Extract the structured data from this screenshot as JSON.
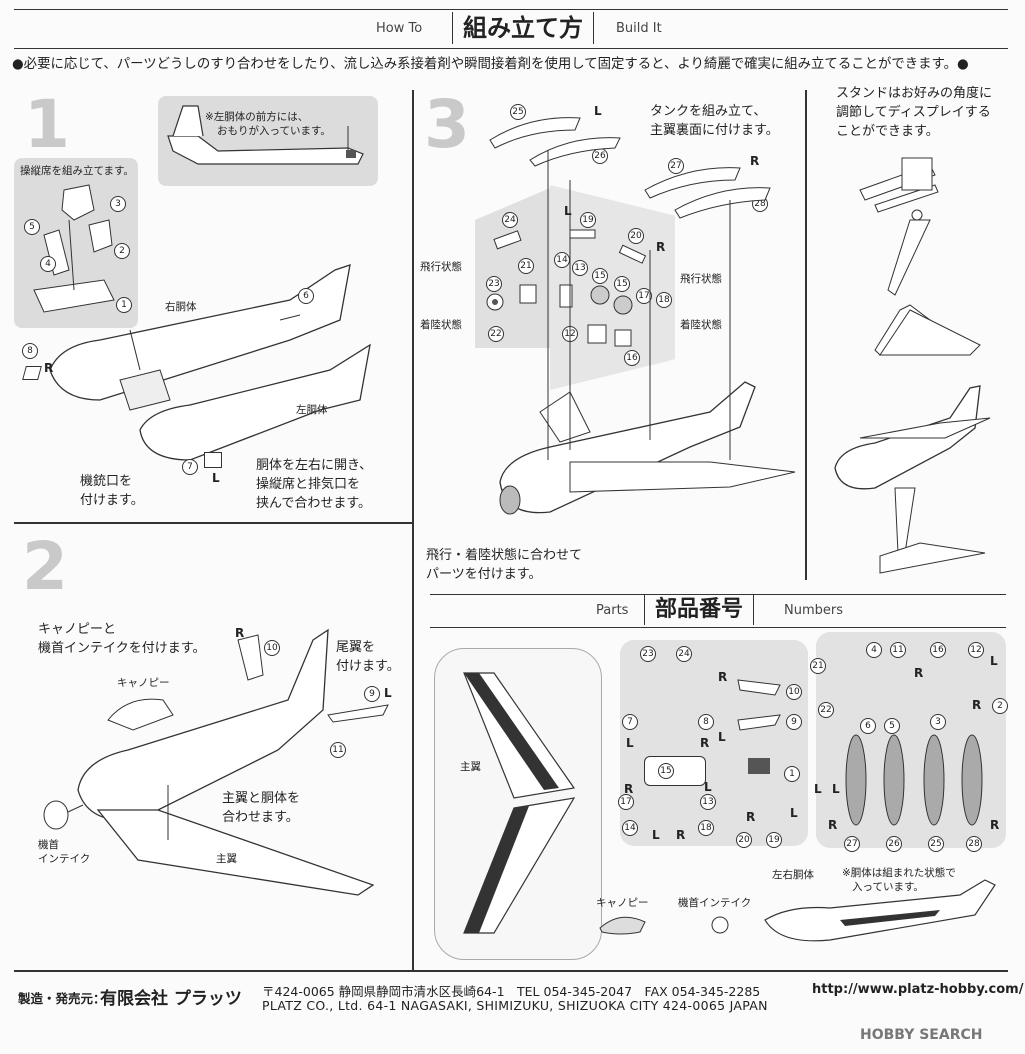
{
  "header": {
    "how_to": "How To",
    "title_jp": "組み立て方",
    "build_it": "Build It"
  },
  "intro": "●必要に応じて、パーツどうしのすり合わせをしたり、流し込み系接着剤や瞬間接着剤を使用して固定すると、より綺麗で確実に組み立てることができます。●",
  "step1": {
    "num": "1",
    "cockpit_note": "操縦席を組み立てます。",
    "weight_note_1": "※左胴体の前方には、",
    "weight_note_2": "おもりが入っています。",
    "right_fuselage": "右胴体",
    "left_fuselage": "左胴体",
    "gun_1": "機銃口を",
    "gun_2": "付けます。",
    "body_1": "胴体を左右に開き、",
    "body_2": "操縦席と排気口を",
    "body_3": "挟んで合わせます。"
  },
  "step2": {
    "num": "2",
    "canopy_1": "キャノピーと",
    "canopy_2": "機首インテイクを付けます。",
    "tail_1": "尾翼を",
    "tail_2": "付けます。",
    "canopy_label": "キャノピー",
    "intake_1": "機首",
    "intake_2": "インテイク",
    "wing_1": "主翼と胴体を",
    "wing_2": "合わせます。",
    "main_wing": "主翼"
  },
  "step3": {
    "num": "3",
    "tank_1": "タンクを組み立て、",
    "tank_2": "主翼裏面に付けます。",
    "flight": "飛行状態",
    "landing": "着陸状態",
    "bottom_1": "飛行・着陸状態に合わせて",
    "bottom_2": "パーツを付けます。"
  },
  "stand": {
    "line1": "スタンドはお好みの角度に",
    "line2": "調節してディスプレイする",
    "line3": "ことができます。"
  },
  "parts": {
    "parts_en": "Parts",
    "title_jp": "部品番号",
    "numbers_en": "Numbers",
    "main_wing": "主翼",
    "fuselage": "左右胴体",
    "fuselage_note_1": "※胴体は組まれた状態で",
    "fuselage_note_2": "入っています。",
    "canopy": "キャノピー",
    "intake": "機首インテイク"
  },
  "footer": {
    "maker_label": "製造・発売元：",
    "maker_name": "有限会社 プラッツ",
    "addr_jp": "〒424-0065 静岡県静岡市清水区長崎64-1　TEL 054-345-2047　FAX 054-345-2285",
    "addr_en": "PLATZ CO., Ltd.  64-1 NAGASAKI, SHIMIZUKU, SHIZUOKA CITY 424-0065 JAPAN",
    "url": "http://www.platz-hobby.com/",
    "watermark": "HOBBY SEARCH"
  },
  "callouts": {
    "n1": "1",
    "n2": "2",
    "n3": "3",
    "n4": "4",
    "n5": "5",
    "n6": "6",
    "n7": "7",
    "n8": "8",
    "n9": "9",
    "n10": "10",
    "n11": "11",
    "n12": "12",
    "n13": "13",
    "n14": "14",
    "n15": "15",
    "n16": "16",
    "n17": "17",
    "n18": "18",
    "n19": "19",
    "n20": "20",
    "n21": "21",
    "n22": "22",
    "n23": "23",
    "n24": "24",
    "n25": "25",
    "n26": "26",
    "n27": "27",
    "n28": "28",
    "R": "R",
    "L": "L"
  }
}
